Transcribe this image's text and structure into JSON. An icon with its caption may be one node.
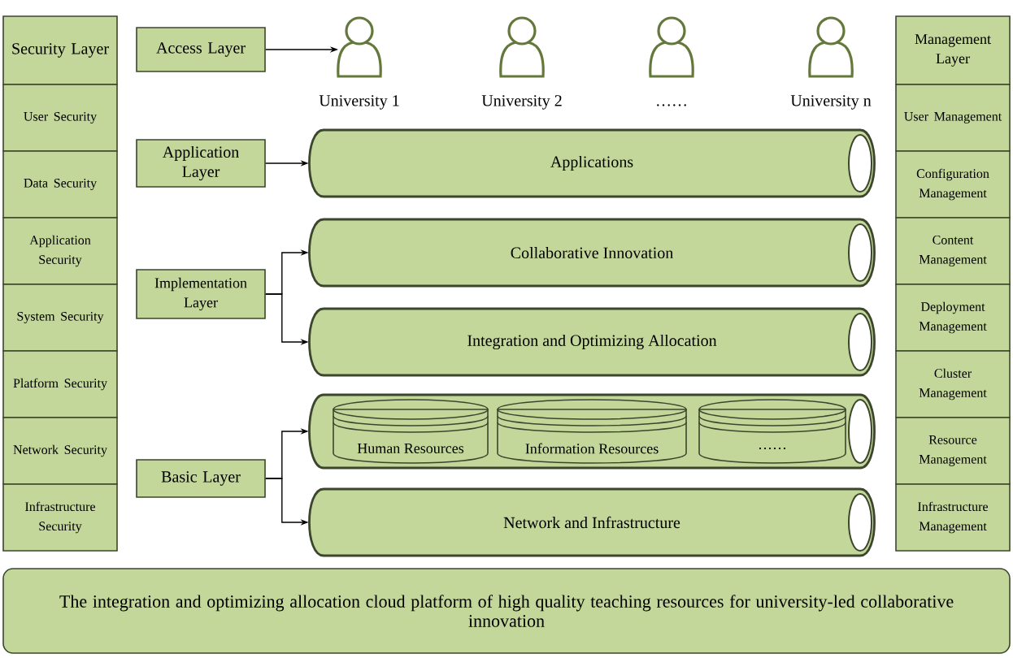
{
  "diagram": {
    "nodes": [
      {
        "text": [
          "Security Layer"
        ]
      },
      {
        "text": [
          "User Security"
        ]
      },
      {
        "text": [
          "Data Security"
        ]
      },
      {
        "text": [
          "Application Security"
        ]
      },
      {
        "text": [
          "System Security"
        ]
      },
      {
        "text": [
          "Platform Security"
        ]
      },
      {
        "text": [
          "Network Security"
        ]
      },
      {
        "text": [
          "Infrastructure Security"
        ]
      },
      {
        "text": [
          "Access Layer"
        ]
      },
      {
        "text": [
          "University 1"
        ]
      },
      {
        "text": [
          "University 2"
        ]
      },
      {
        "text": [
          "……"
        ]
      },
      {
        "text": [
          "University n"
        ]
      },
      {
        "text": [
          "Management Layer"
        ]
      },
      {
        "text": [
          "User Management"
        ]
      },
      {
        "text": [
          "Configuration Management"
        ]
      },
      {
        "text": [
          "Content Management"
        ]
      },
      {
        "text": [
          "Deployment Management"
        ]
      },
      {
        "text": [
          "Cluster Management"
        ]
      },
      {
        "text": [
          "Resource Management"
        ]
      },
      {
        "text": [
          "Infrastructure Management"
        ]
      },
      {
        "text": [
          "Application Layer"
        ]
      },
      {
        "text": [
          "Applications"
        ]
      },
      {
        "text": [
          "Implementation Layer"
        ]
      },
      {
        "text": [
          "Collaborative Innovation"
        ]
      },
      {
        "text": [
          "Integration and Optimizing Allocation"
        ]
      },
      {
        "text": [
          "Basic Layer"
        ]
      },
      {
        "text": [],
        "shape": "cylinder"
      },
      {
        "text": [
          "Human Resources"
        ],
        "in": 27
      },
      {
        "text": [
          "Information Resources"
        ],
        "in": 27
      },
      {
        "text": [
          "……"
        ],
        "in": 27
      },
      {
        "text": [
          "Network and Infrastructure"
        ]
      },
      {
        "text": [
          "The integration and optimizing allocation cloud platform of high quality teaching resources for university-led collaborative innovation"
        ]
      }
    ],
    "edges": [
      {
        "from": 8,
        "to": 9,
        "arrow": "to"
      },
      {
        "from": 21,
        "to": 22,
        "arrow": "to"
      },
      {
        "from": 23,
        "to": 24,
        "arrow": "to"
      },
      {
        "from": 23,
        "to": 25,
        "arrow": "to"
      },
      {
        "from": 26,
        "to": 27,
        "arrow": "to"
      },
      {
        "from": 26,
        "to": 31,
        "arrow": "to"
      }
    ]
  }
}
